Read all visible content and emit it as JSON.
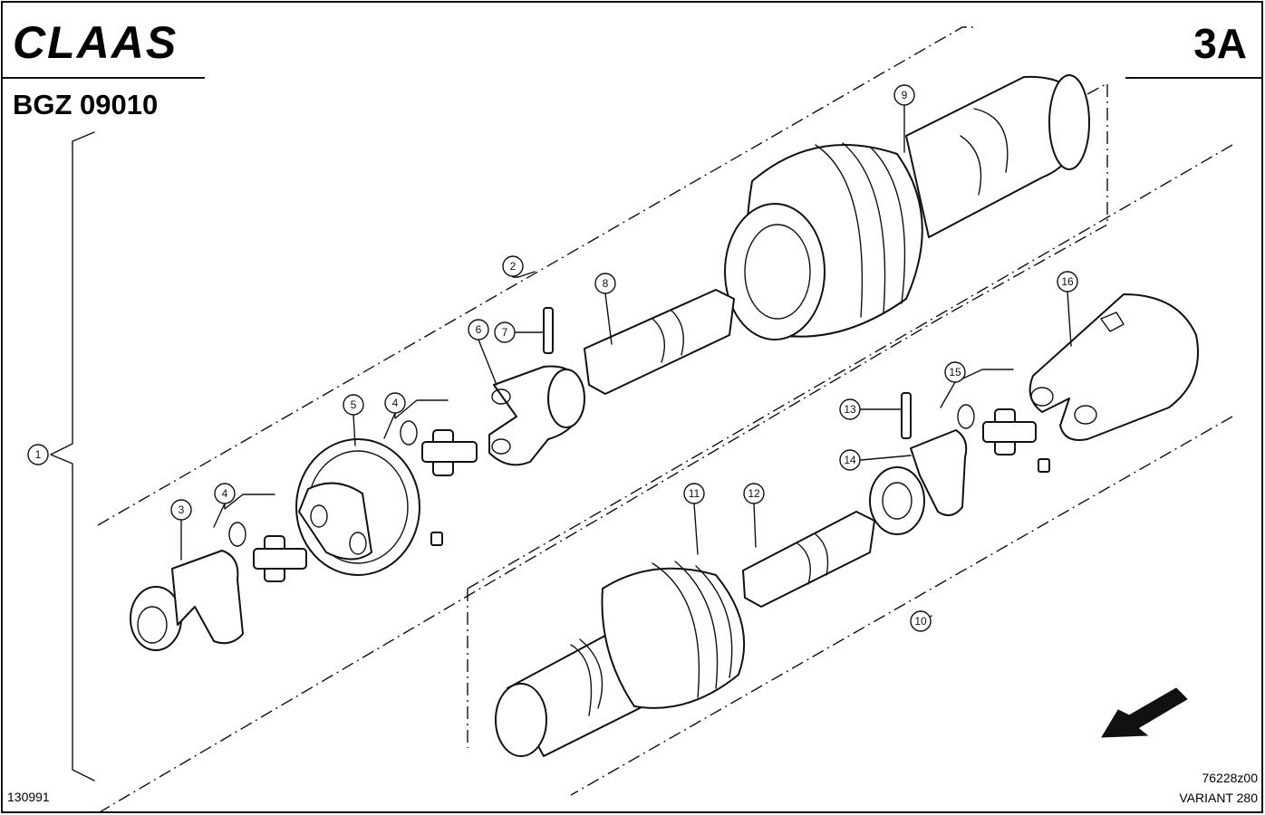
{
  "header": {
    "brand": "CLAAS",
    "drawing_code": "BGZ 09010",
    "page_number": "3A"
  },
  "footer": {
    "date_code": "130991",
    "drawing_ref": "76228z00",
    "variant": "VARIANT 280"
  },
  "callouts": [
    "1",
    "2",
    "3",
    "4",
    "4",
    "5",
    "6",
    "7",
    "8",
    "9",
    "10",
    "11",
    "12",
    "13",
    "14",
    "15",
    "16"
  ]
}
